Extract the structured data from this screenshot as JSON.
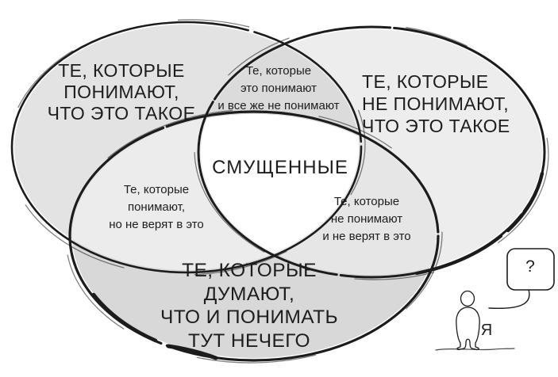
{
  "diagram": {
    "stroke_color": "#1c1c1c",
    "sets": {
      "left": {
        "label": "ТЕ, КОТОРЫЕ\nПОНИМАЮТ,\nЧТО ЭТО ТАКОЕ",
        "fill": "#e3e3e3"
      },
      "right": {
        "label": "ТЕ, КОТОРЫЕ\nНЕ ПОНИМАЮТ,\nЧТО ЭТО ТАКОЕ",
        "fill": "#ededed"
      },
      "bottom": {
        "label": "ТЕ, КОТОРЫЕ\nДУМАЮТ,\nЧТО И ПОНИМАТЬ\nТУТ НЕЧЕГО",
        "fill": "#d8d8d8"
      }
    },
    "intersections": {
      "left_right": {
        "label": "Те, которые\nэто понимают\nи все же не понимают",
        "fill": "#dbdbdb"
      },
      "left_bottom": {
        "label": "Те, которые\nпонимают,\nно не верят в это",
        "fill": "#ececec"
      },
      "right_bottom": {
        "label": "Те, которые\nне понимают\nи не верят в это",
        "fill": "#e6e6e6"
      },
      "center": {
        "label": "СМУЩЕННЫЕ",
        "fill": "#ffffff"
      }
    },
    "figure": {
      "speech_bubble_text": "?",
      "caption": "Я"
    }
  }
}
